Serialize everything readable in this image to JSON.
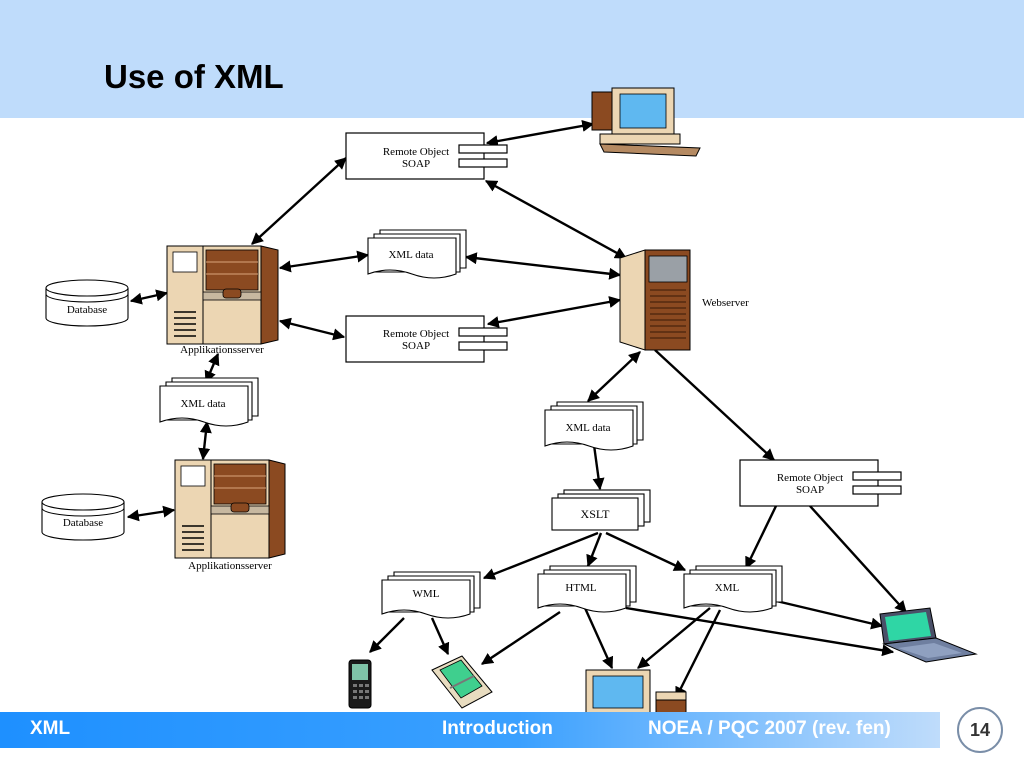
{
  "slide": {
    "title": "Use of XML",
    "page_number": "14"
  },
  "footer": {
    "left": "XML",
    "middle": "Introduction",
    "right": "NOEA / PQC 2007 (rev. fen)"
  },
  "diagram": {
    "remote_object_1": [
      "Remote Object",
      "SOAP"
    ],
    "remote_object_2": [
      "Remote Object",
      "SOAP"
    ],
    "remote_object_3": [
      "Remote Object",
      "SOAP"
    ],
    "xml_data_1": "XML data",
    "xml_data_2": "XML data",
    "xml_data_3": "XML data",
    "webserver": "Webserver",
    "appserver_1": "Applikationsserver",
    "appserver_2": "Applikationsserver",
    "database_1": "Database",
    "database_2": "Database",
    "xslt": "XSLT",
    "wml": "WML",
    "html": "HTML",
    "xml": "XML"
  },
  "colors": {
    "header_bg": "#bfdcfb",
    "footer_bg": "#1e90ff",
    "server_body": "#e9cfa8",
    "server_dark": "#8b4a21",
    "screen": "#5fb8f0"
  }
}
